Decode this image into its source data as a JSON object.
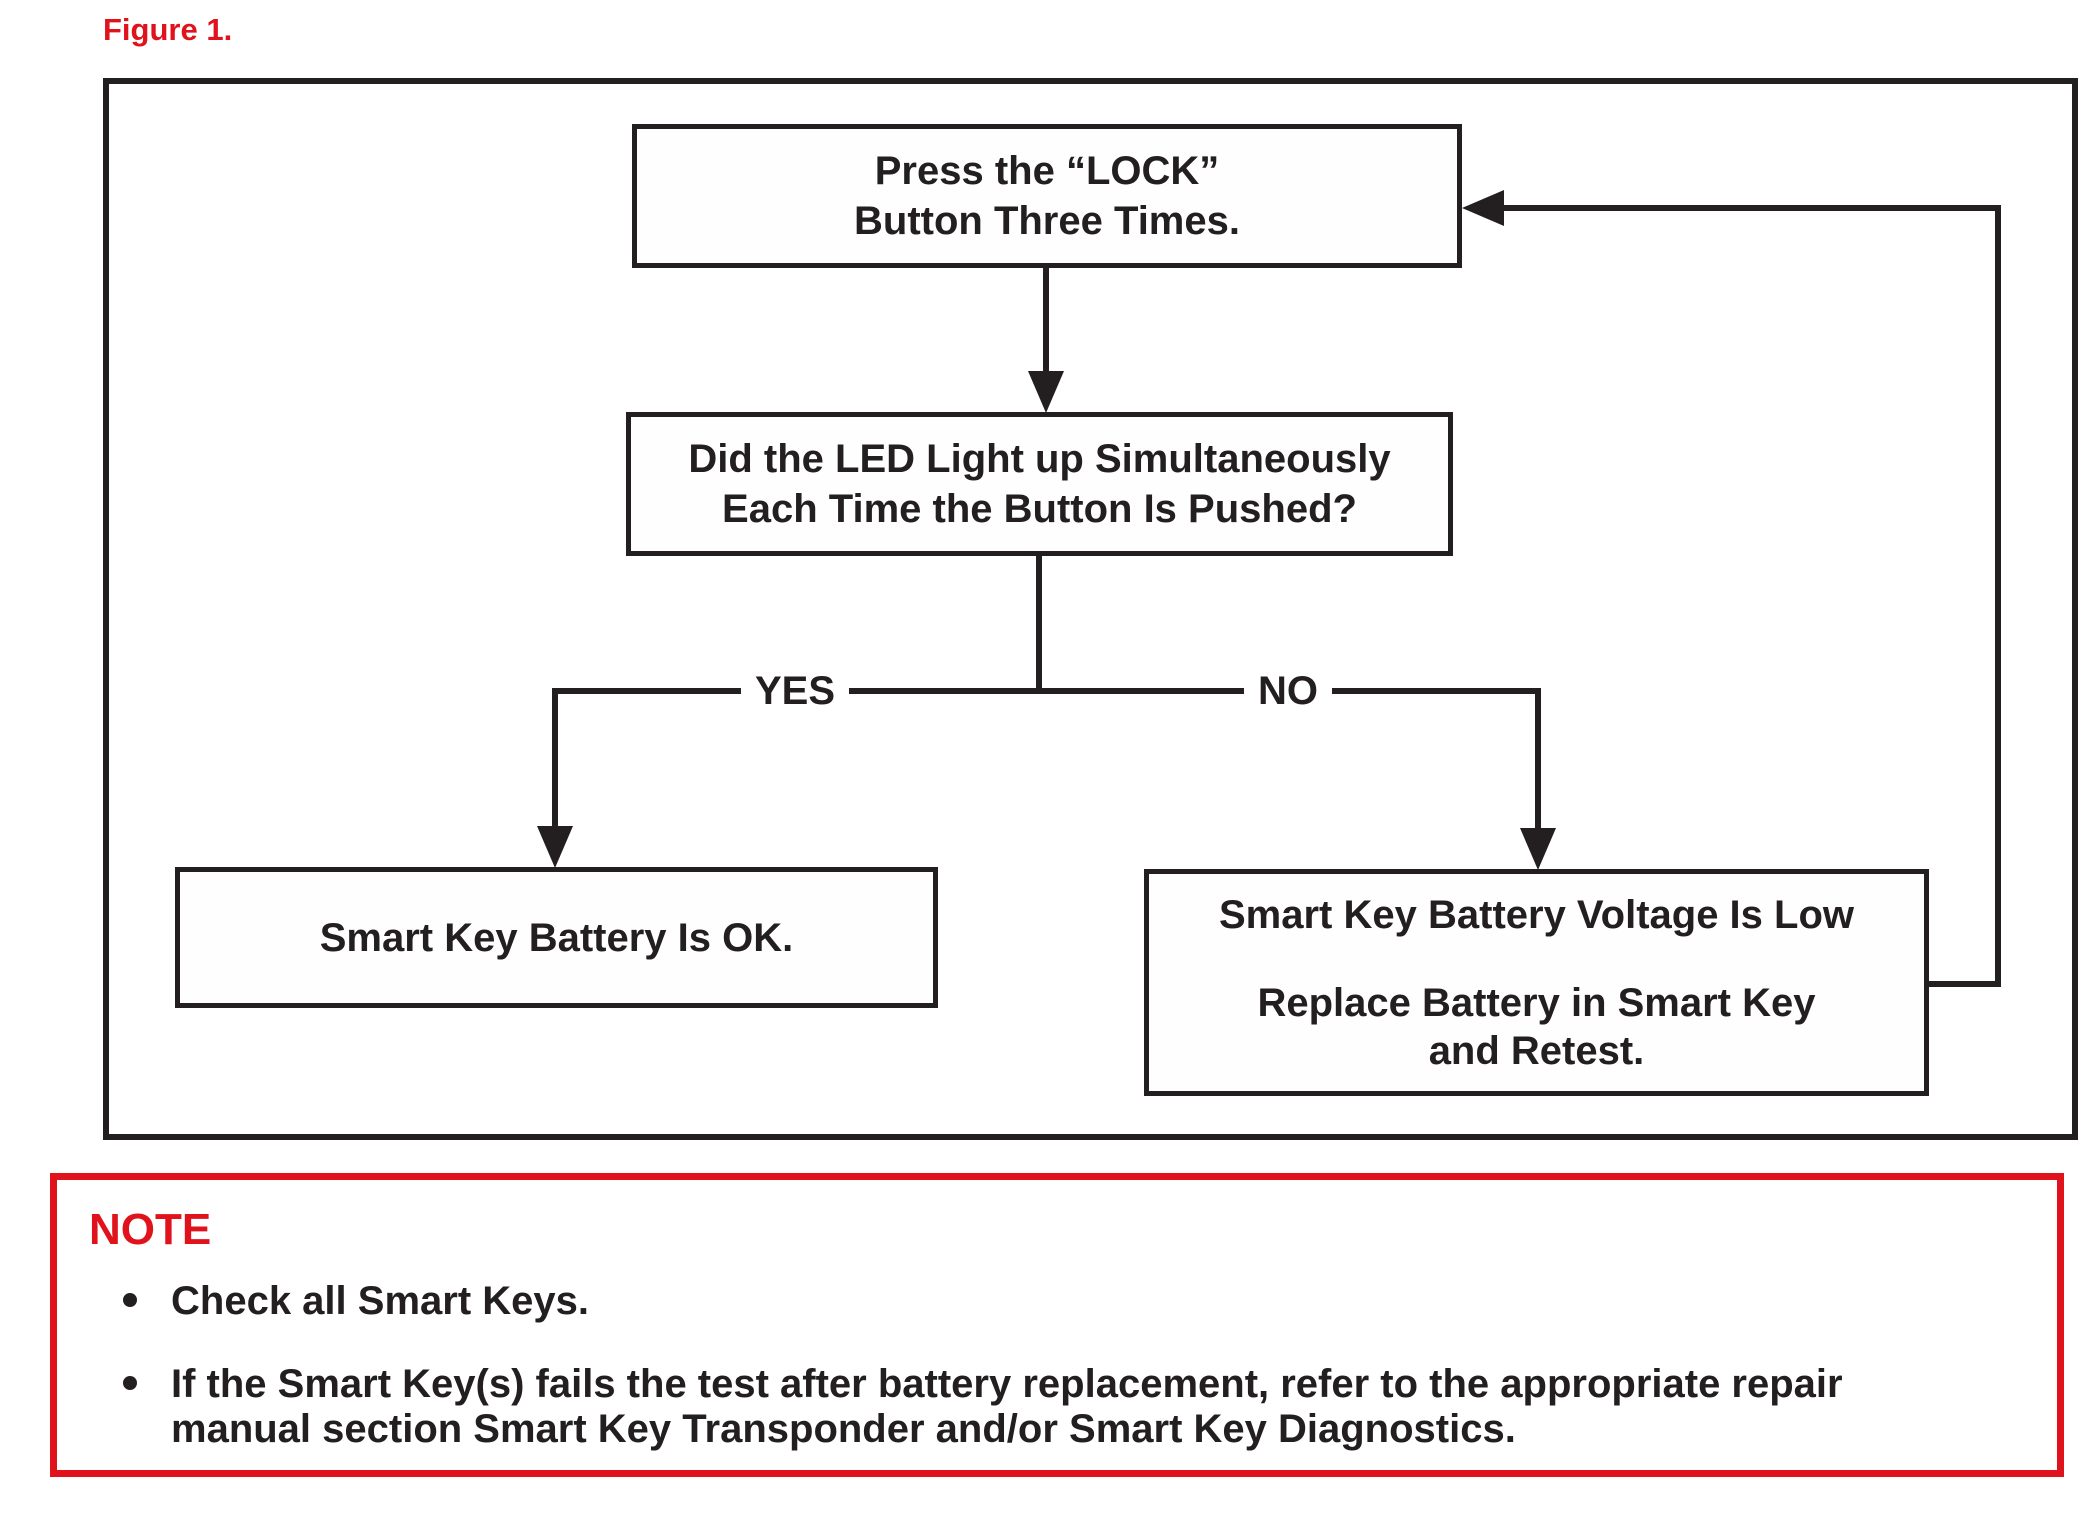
{
  "figure": {
    "label": "Figure 1."
  },
  "flowchart": {
    "step_press_lock": {
      "lines": [
        "Press the “LOCK”",
        "Button Three Times."
      ]
    },
    "decision_led": {
      "lines": [
        "Did the LED Light up Simultaneously",
        "Each Time the Button Is Pushed?"
      ]
    },
    "branch_yes_label": "YES",
    "branch_no_label": "NO",
    "result_ok": {
      "lines": [
        "Smart Key Battery Is OK."
      ]
    },
    "result_low": {
      "heading": "Smart Key Battery Voltage Is Low",
      "lines": [
        "Replace Battery in Smart Key",
        "and Retest."
      ]
    }
  },
  "note": {
    "title": "NOTE",
    "bullets": [
      {
        "lines": [
          "Check all Smart Keys."
        ]
      },
      {
        "lines": [
          "If the Smart Key(s) fails the test after battery replacement, refer to the appropriate repair",
          "manual section Smart Key Transponder and/or Smart Key Diagnostics."
        ]
      }
    ]
  },
  "colors": {
    "accent_red": "#e0121b",
    "ink": "#231f20"
  }
}
